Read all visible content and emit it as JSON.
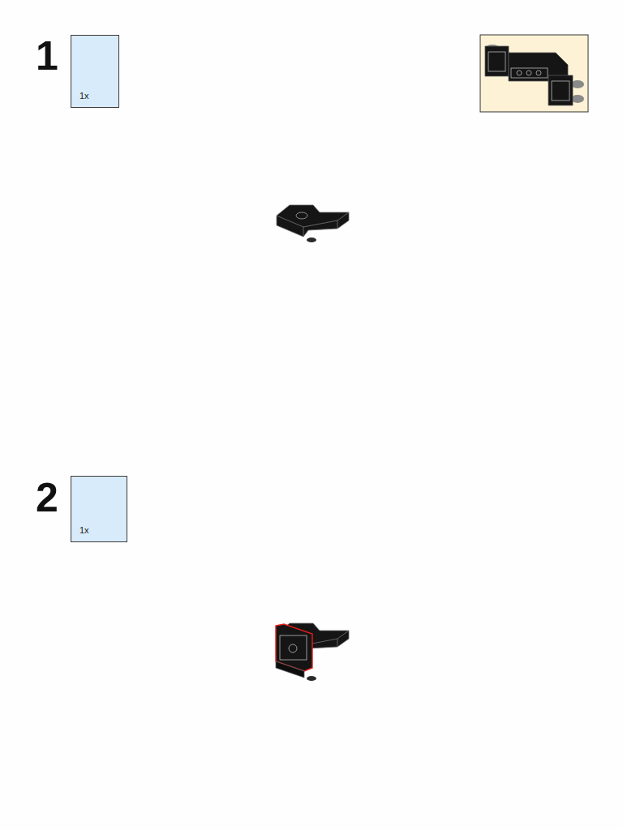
{
  "diagram": {
    "nodes": [
      {
        "text": [
          "1x"
        ]
      },
      {
        "text": [
          "1x"
        ]
      }
    ],
    "labels": [
      "1",
      "2"
    ]
  }
}
